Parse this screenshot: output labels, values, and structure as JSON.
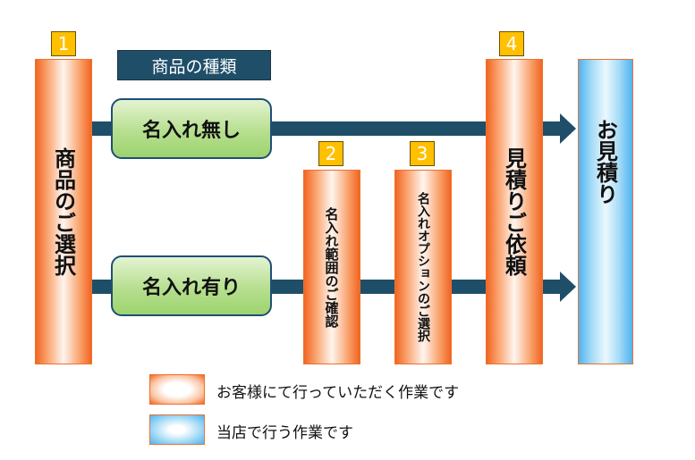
{
  "category_label": "商品の種類",
  "steps": {
    "step1": {
      "number": "1",
      "label": "商品のご選択"
    },
    "step2": {
      "number": "2",
      "label": "名入れ範囲のご確認"
    },
    "step3": {
      "number": "3",
      "label": "名入れオプションのご選択"
    },
    "step4": {
      "number": "4",
      "label": "見積りご依頼"
    }
  },
  "options": {
    "no_name": "名入れ無し",
    "with_name": "名入れ有り"
  },
  "result": {
    "label": "お見積り"
  },
  "legend": {
    "customer": "お客様にて行っていただく作業です",
    "store": "当店で行う作業です"
  },
  "colors": {
    "customer_step": "#f26522",
    "store_step": "#4fb3f0",
    "badge": "#ffc000",
    "arrow": "#1f4e68",
    "option_fill": "#b6df8f"
  }
}
